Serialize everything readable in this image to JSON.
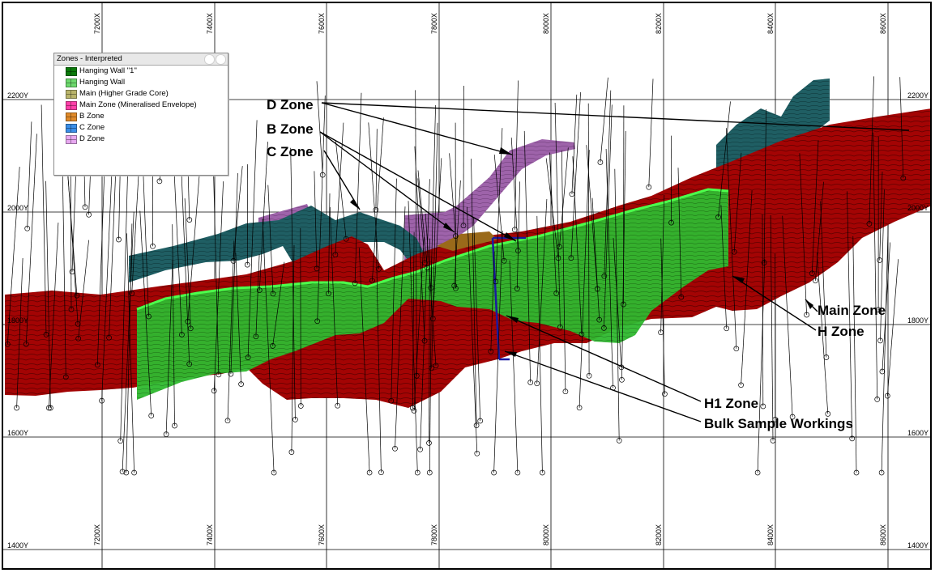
{
  "axes": {
    "x_ticks": [
      "7200X",
      "7400X",
      "7600X",
      "7800X",
      "8000X",
      "8200X",
      "8400X",
      "8600X"
    ],
    "y_ticks": [
      "2200Y",
      "2000Y",
      "1800Y",
      "1600Y",
      "1400Y"
    ]
  },
  "legend": {
    "title": "Zones - Interpreted",
    "items": [
      {
        "label": "Hanging Wall \"1\"",
        "color": "#0a7a0a"
      },
      {
        "label": "Hanging Wall",
        "color": "#6dd96d"
      },
      {
        "label": "Main (Higher Grade Core)",
        "color": "#b9b46a"
      },
      {
        "label": "Main Zone (Mineralised Envelope)",
        "color": "#ff3fa8"
      },
      {
        "label": "B Zone",
        "color": "#e08a2a"
      },
      {
        "label": "C Zone",
        "color": "#3a8ee8"
      },
      {
        "label": "D Zone",
        "color": "#e7a8f0"
      }
    ]
  },
  "callouts": {
    "d_zone": "D Zone",
    "b_zone": "B Zone",
    "c_zone": "C Zone",
    "main_zone": "Main Zone",
    "h_zone": "H Zone",
    "h1_zone": "H1 Zone",
    "bulk_sample": "Bulk Sample Workings"
  },
  "colors": {
    "main_zone": "#a00000",
    "hanging_wall": "#2cc82c",
    "c_zone": "#1f5f64",
    "d_zone": "#9c5fa8",
    "b_zone": "#9a6a1a",
    "workings": "#1a1aa0"
  }
}
